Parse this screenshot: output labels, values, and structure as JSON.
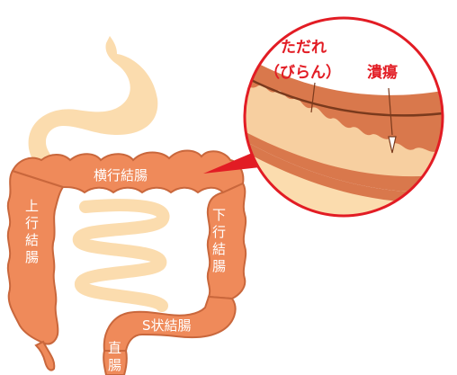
{
  "labels": {
    "transverse": "横行結腸",
    "ascending": [
      "上",
      "行",
      "結",
      "腸"
    ],
    "descending": [
      "下",
      "行",
      "結",
      "腸"
    ],
    "sigmoid": "S状結腸",
    "rectum": [
      "直",
      "腸"
    ]
  },
  "callout": {
    "erosion_line1": "ただれ",
    "erosion_line2": "（びらん）",
    "ulcer": "潰瘍"
  },
  "colors": {
    "colon": "#ef8a5a",
    "colon_outline": "#c9673c",
    "stomach_smallintestine": "#fbdcae",
    "mucosa": "#f7cfa0",
    "wall": "#d9784c",
    "callout_red": "#e21c24"
  }
}
